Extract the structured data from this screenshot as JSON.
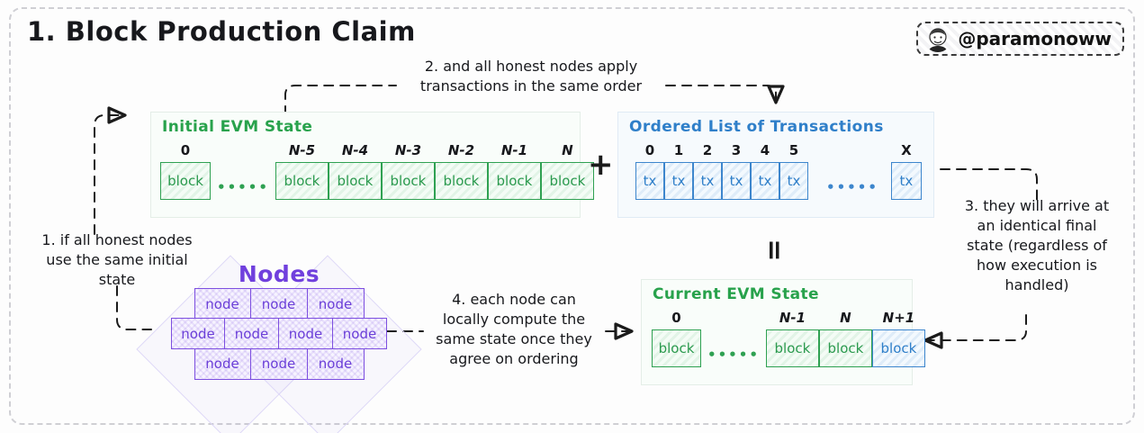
{
  "page": {
    "title": "1. Block Production Claim",
    "background": "#fdfdfd",
    "frame_color": "#cfcfd4"
  },
  "watermark": {
    "handle": "@paramonoww",
    "avatar_icon": "avatar-portrait-icon"
  },
  "colors": {
    "green": "#2b9a4e",
    "blue": "#2f7fc9",
    "purple": "#6b3fd8",
    "ink": "#17181c"
  },
  "panels": {
    "initial_state": {
      "title": "Initial EVM State",
      "color": "#28a24c",
      "left_cells": [
        {
          "label": "0",
          "text": "block"
        }
      ],
      "ellipsis": "•••••",
      "right_cells": [
        {
          "label": "N-5",
          "text": "block"
        },
        {
          "label": "N-4",
          "text": "block"
        },
        {
          "label": "N-3",
          "text": "block"
        },
        {
          "label": "N-2",
          "text": "block"
        },
        {
          "label": "N-1",
          "text": "block"
        },
        {
          "label": "N",
          "text": "block"
        }
      ]
    },
    "transactions": {
      "title": "Ordered List of Transactions",
      "color": "#2f7fc9",
      "left_cells": [
        {
          "label": "0",
          "text": "tx"
        },
        {
          "label": "1",
          "text": "tx"
        },
        {
          "label": "2",
          "text": "tx"
        },
        {
          "label": "3",
          "text": "tx"
        },
        {
          "label": "4",
          "text": "tx"
        },
        {
          "label": "5",
          "text": "tx"
        }
      ],
      "ellipsis": "•••••",
      "right_cells": [
        {
          "label": "X",
          "text": "tx"
        }
      ]
    },
    "current_state": {
      "title": "Current EVM State",
      "color": "#28a24c",
      "left_cells": [
        {
          "label": "0",
          "text": "block"
        }
      ],
      "ellipsis": "•••••",
      "right_cells": [
        {
          "label": "N-1",
          "text": "block",
          "tone": "green"
        },
        {
          "label": "N",
          "text": "block",
          "tone": "green"
        },
        {
          "label": "N+1",
          "text": "block",
          "tone": "blue"
        }
      ]
    }
  },
  "nodes": {
    "title": "Nodes",
    "rows": [
      [
        "node",
        "node",
        "node"
      ],
      [
        "node",
        "node",
        "node",
        "node"
      ],
      [
        "node",
        "node",
        "node"
      ]
    ]
  },
  "annotations": {
    "step1": "1. if all honest nodes\nuse the same initial\nstate",
    "step2": "2. and all honest nodes apply\ntransactions in the same order",
    "step3": "3. they will arrive at\nan identical final\nstate (regardless of\nhow execution is\nhandled)",
    "step4": "4. each node can\nlocally compute the\nsame state once they\nagree on ordering"
  },
  "operators": {
    "plus": "+",
    "equals": "="
  }
}
